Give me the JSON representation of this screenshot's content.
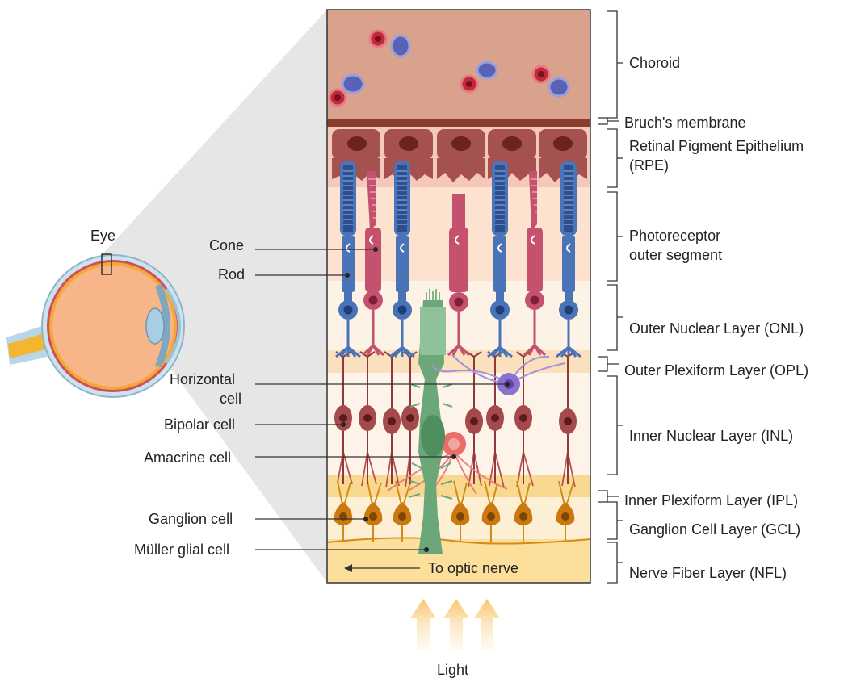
{
  "eye": {
    "label": "Eye"
  },
  "left_labels": {
    "cone": "Cone",
    "rod": "Rod",
    "horizontal_line1": "Horizontal",
    "horizontal_line2": "cell",
    "bipolar": "Bipolar cell",
    "amacrine": "Amacrine cell",
    "ganglion": "Ganglion cell",
    "muller": "Müller glial cell"
  },
  "right_labels": {
    "choroid": "Choroid",
    "bruchs": "Bruch's membrane",
    "rpe_line1": "Retinal Pigment Epithelium",
    "rpe_line2": "(RPE)",
    "pos_line1": "Photoreceptor",
    "pos_line2": "outer segment",
    "onl": "Outer Nuclear Layer (ONL)",
    "opl": "Outer Plexiform Layer (OPL)",
    "inl": "Inner Nuclear Layer (INL)",
    "ipl": "Inner Plexiform Layer (IPL)",
    "gcl": "Ganglion Cell Layer (GCL)",
    "nfl": "Nerve Fiber Layer (NFL)"
  },
  "optic": {
    "label": "To optic nerve"
  },
  "light": {
    "label": "Light"
  }
}
